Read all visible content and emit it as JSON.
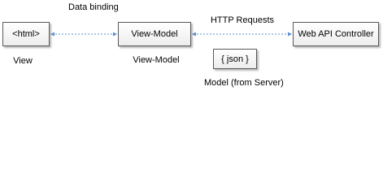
{
  "nodes": {
    "html": "<html>",
    "view_model": "View-Model",
    "web_api": "Web API Controller",
    "json": "{ json }"
  },
  "labels": {
    "data_binding": "Data binding",
    "http_requests": "HTTP Requests",
    "view": "View",
    "view_model": "View-Model",
    "model_from_server": "Model (from Server)"
  },
  "colors": {
    "connector": "#5b8fd1",
    "box_border": "#5a5a5a"
  }
}
